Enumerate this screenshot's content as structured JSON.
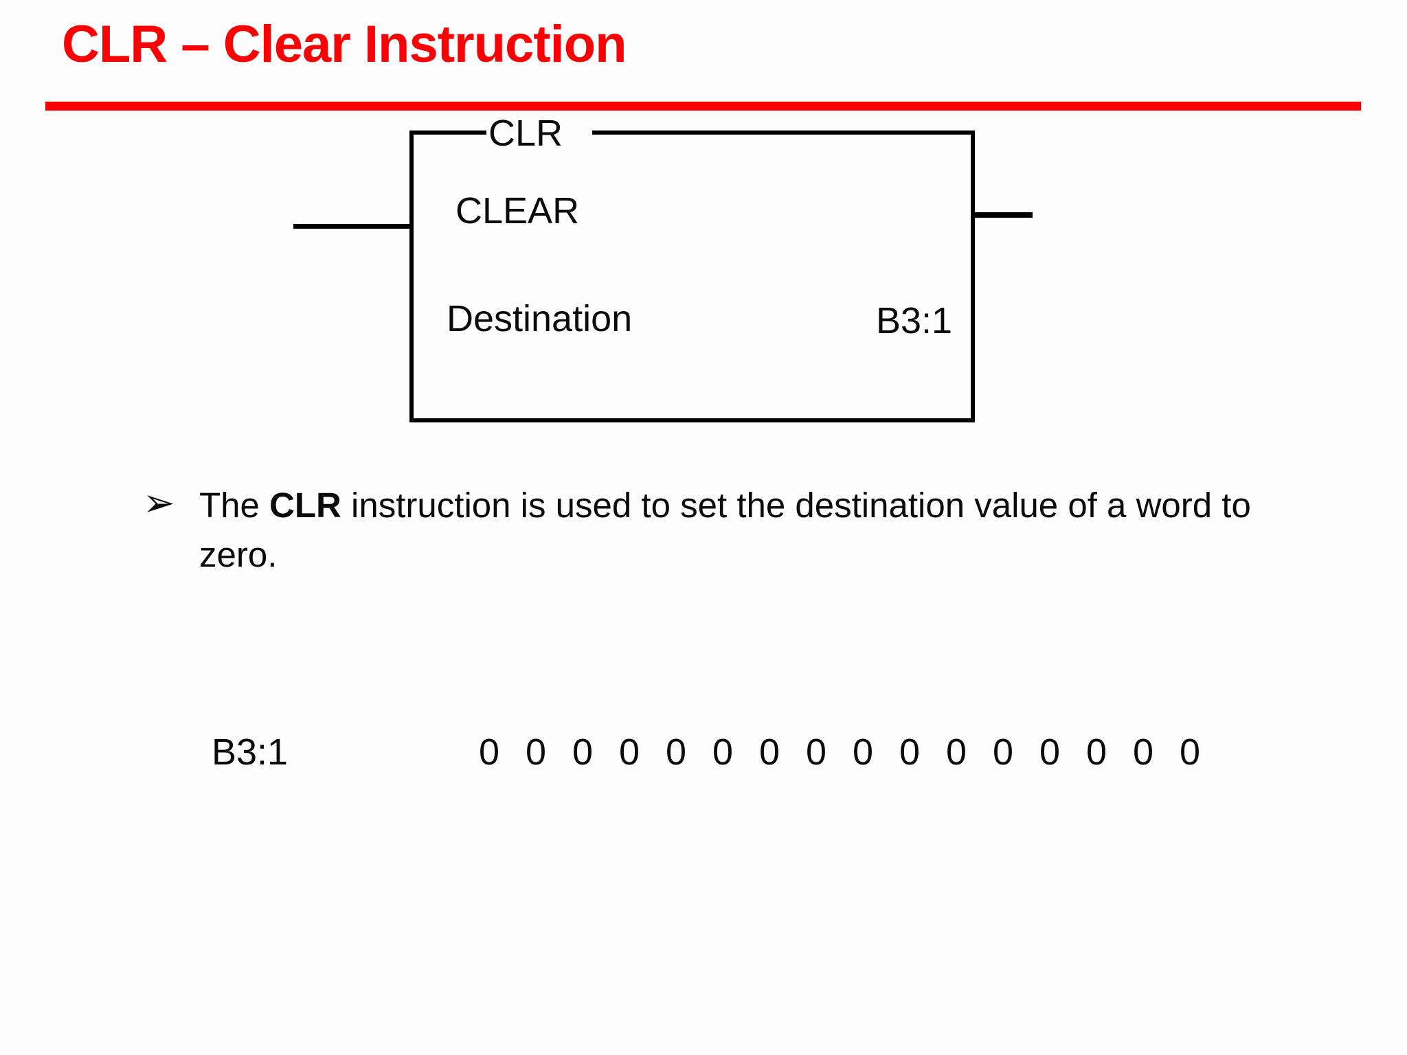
{
  "slide": {
    "title": "CLR – Clear Instruction"
  },
  "colors": {
    "accent": "#FB0005",
    "ink": "#0A0A0A",
    "background": "#FDFDFD"
  },
  "ladder_diagram": {
    "mnemonic": "CLR",
    "instruction_name": "CLEAR",
    "parameter": {
      "label": "Destination",
      "value": "B3:1"
    }
  },
  "bullet": {
    "marker": "➢",
    "text_prefix": "The ",
    "text_bold": "CLR",
    "text_line1_rest": " instruction is used to set the destination value of a word to",
    "text_line2": "zero."
  },
  "register_display": {
    "label": "B3:1",
    "bit_values": [
      "0",
      "0",
      "0",
      "0",
      "0",
      "0",
      "0",
      "0",
      "0",
      "0",
      "0",
      "0",
      "0",
      "0",
      "0",
      "0"
    ]
  }
}
